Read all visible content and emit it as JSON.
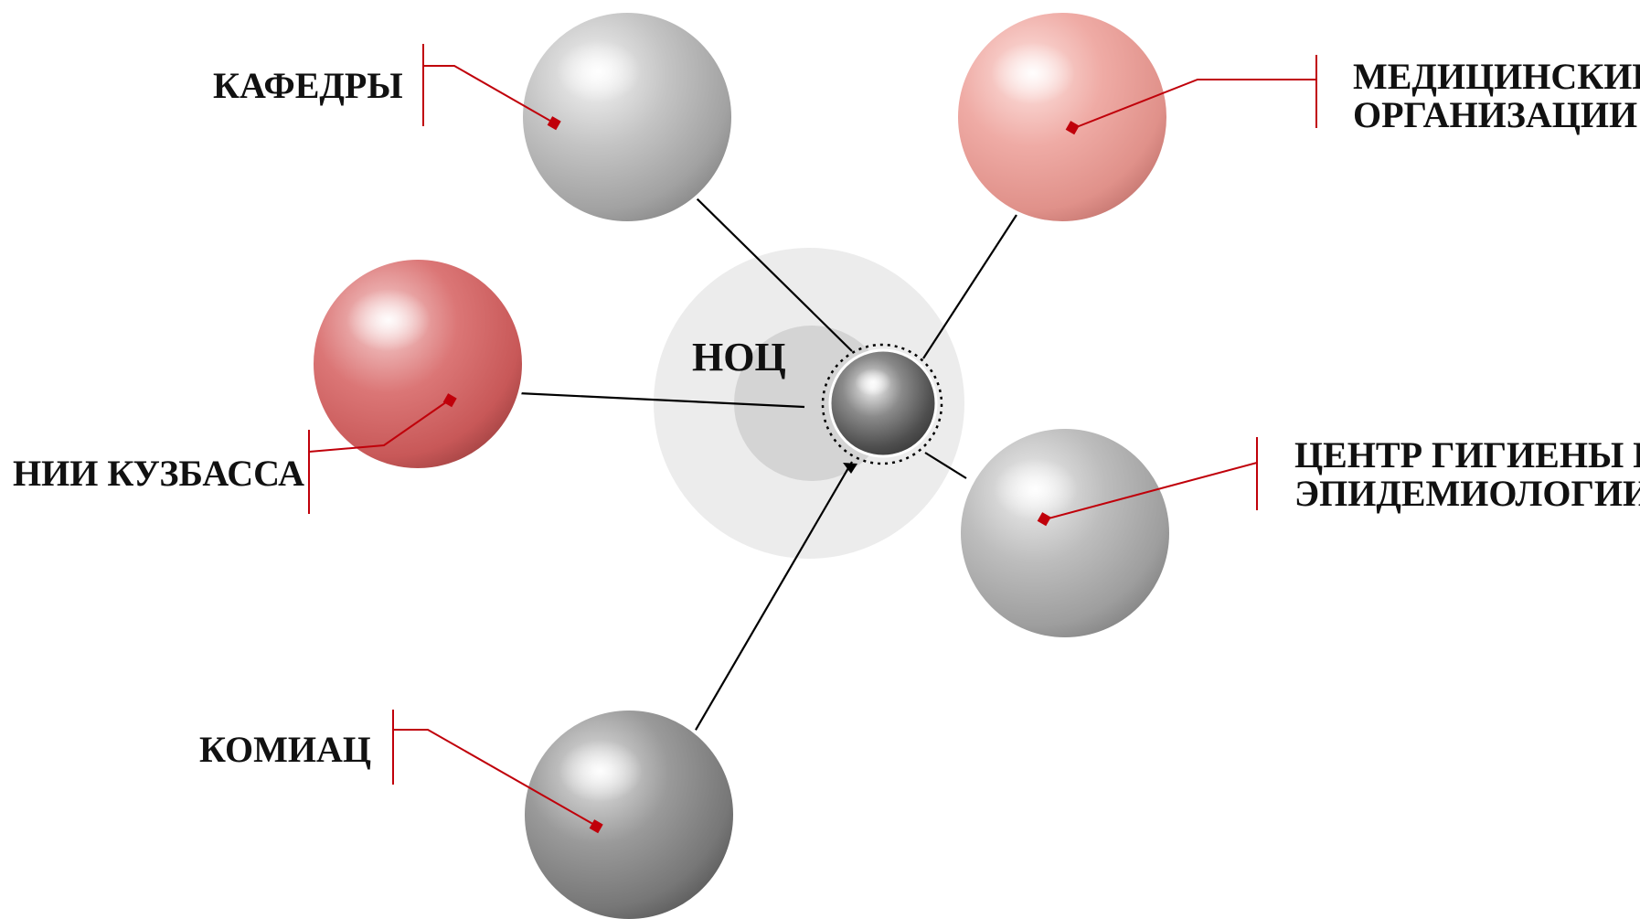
{
  "diagram": {
    "center": {
      "label": "НОЦ"
    },
    "nodes": [
      {
        "id": "kafedry",
        "label_lines": [
          "КАФЕДРЫ"
        ],
        "color": "#a9a9a9"
      },
      {
        "id": "med-org",
        "label_lines": [
          "МЕДИЦИНСКИЕ",
          "ОРГАНИЗАЦИИ"
        ],
        "color": "#e79a93"
      },
      {
        "id": "nii",
        "label_lines": [
          "НИИ КУЗБАССА"
        ],
        "color": "#cf5d5d"
      },
      {
        "id": "centr",
        "label_lines": [
          "ЦЕНТР ГИГИЕНЫ И",
          "ЭПИДЕМИОЛОГИИ"
        ],
        "color": "#a5a5a5"
      },
      {
        "id": "komiac",
        "label_lines": [
          "КОМИАЦ"
        ],
        "color": "#7d7d7d"
      }
    ],
    "colors": {
      "connector": "#000000",
      "pointer": "#c0000a",
      "halo_outer": "#ececec",
      "halo_inner": "#d3d3d3",
      "core": "#6b6b6b"
    }
  }
}
